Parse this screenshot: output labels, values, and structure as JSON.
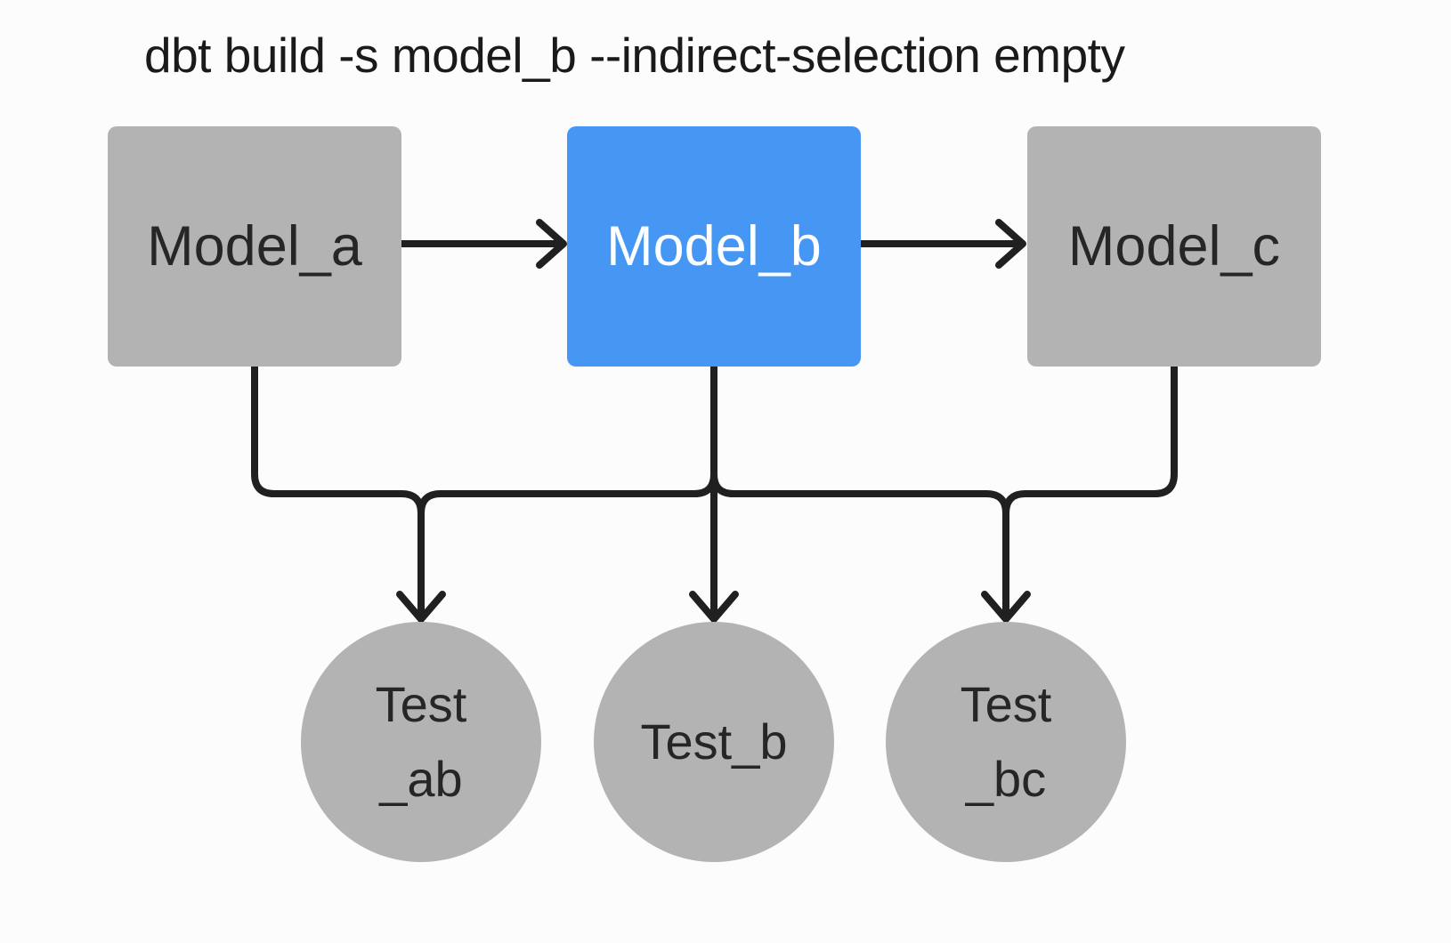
{
  "title": "dbt build -s model_b --indirect-selection empty",
  "colors": {
    "selected": "#4597f3",
    "unselected": "#b3b3b3",
    "line": "#202020",
    "background": "#fcfcfc",
    "text_dark": "#262626",
    "text_light": "#ffffff"
  },
  "diagram": {
    "models": [
      {
        "id": "model_a",
        "label": "Model_a",
        "selected": false
      },
      {
        "id": "model_b",
        "label": "Model_b",
        "selected": true
      },
      {
        "id": "model_c",
        "label": "Model_c",
        "selected": false
      }
    ],
    "tests": [
      {
        "id": "test_ab",
        "label": "Test\n_ab"
      },
      {
        "id": "test_b",
        "label": "Test_b"
      },
      {
        "id": "test_bc",
        "label": "Test\n_bc"
      }
    ],
    "edges": [
      {
        "from": "model_a",
        "to": "model_b"
      },
      {
        "from": "model_b",
        "to": "model_c"
      },
      {
        "from": "model_a",
        "to": "test_ab"
      },
      {
        "from": "model_b",
        "to": "test_ab"
      },
      {
        "from": "model_b",
        "to": "test_b"
      },
      {
        "from": "model_b",
        "to": "test_bc"
      },
      {
        "from": "model_c",
        "to": "test_bc"
      }
    ]
  }
}
